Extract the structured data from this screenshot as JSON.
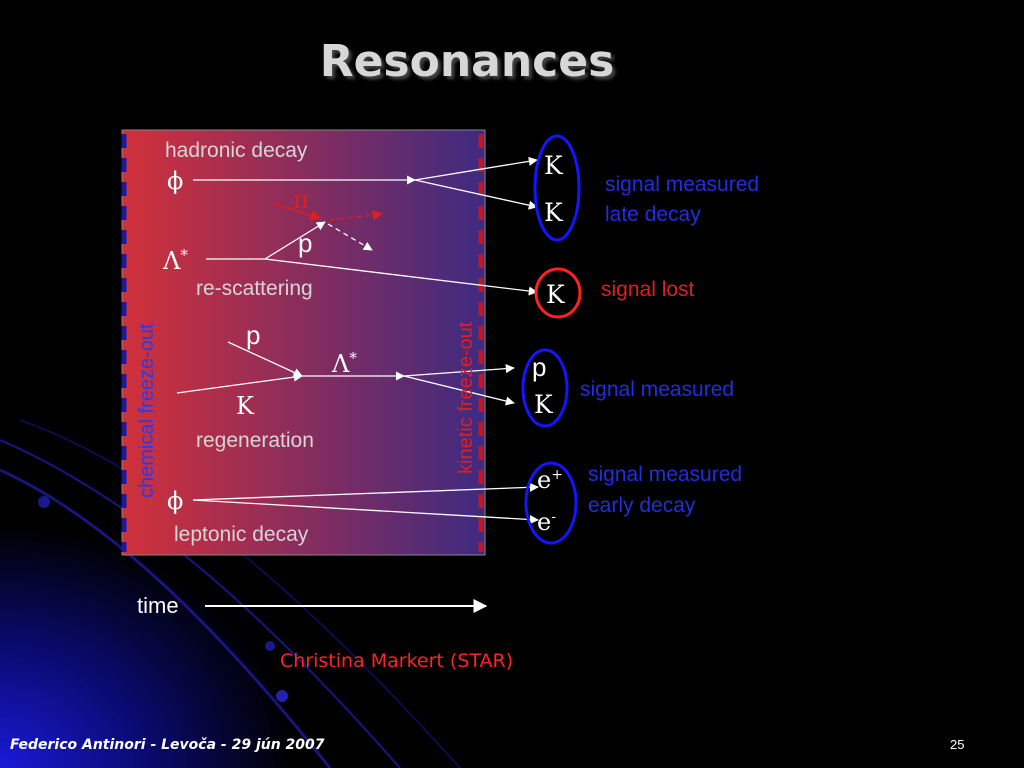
{
  "slide": {
    "title": "Resonances",
    "footer": "Federico Antinori - Levoča - 29 jún 2007",
    "page_number": "25",
    "credit": "Christina Markert (STAR)"
  },
  "diagram": {
    "left_boundary_label": "chemical freeze-out",
    "right_boundary_label": "kinetic freeze-out",
    "time_label": "time",
    "processes": [
      {
        "label": "hadronic decay",
        "particle": "ϕ"
      },
      {
        "label": "re-scattering",
        "particle": "Λ*"
      },
      {
        "label": "regeneration",
        "particle": "Λ*"
      },
      {
        "label": "leptonic decay",
        "particle": "ϕ"
      }
    ],
    "symbols": {
      "phi": "ϕ",
      "lambda": "Λ",
      "star": "*",
      "pi": "π",
      "p": "p",
      "K": "K",
      "e": "e",
      "plus": "+",
      "minus": "-"
    },
    "outcomes": [
      {
        "text_line1": "signal measured",
        "text_line2": "late decay",
        "color": "#1f2fe0"
      },
      {
        "text_line1": "signal lost",
        "color": "#e01e1e"
      },
      {
        "text_line1": "signal measured",
        "color": "#1f2fe0"
      },
      {
        "text_line1": "signal measured",
        "text_line2": "early decay",
        "color": "#1f2fe0"
      }
    ]
  },
  "colors": {
    "gradient_left": "#d2303a",
    "gradient_right": "#3e2a80",
    "boundary_dash": "#1a1a9a",
    "boundary_dash_right": "#c01828",
    "ellipse_blue": "#1414ff",
    "ellipse_red": "#ff2020",
    "title": "#d7d7d7"
  }
}
